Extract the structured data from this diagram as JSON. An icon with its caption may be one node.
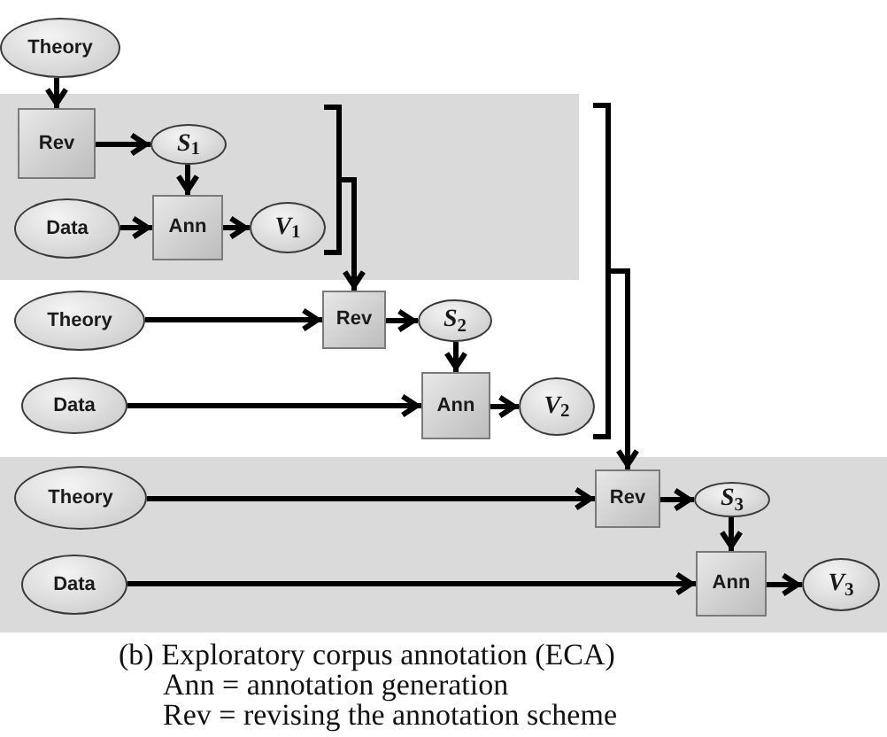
{
  "diagram": {
    "caption": "(b) Exploratory corpus annotation (ECA)",
    "nodes": [
      {
        "text": [
          "Theory"
        ]
      },
      {
        "text": [],
        "shape": "band"
      },
      {
        "text": [
          "Rev"
        ],
        "in": 1
      },
      {
        "text": [
          "*S*$_{1}$"
        ],
        "in": 1
      },
      {
        "text": [
          "Data"
        ],
        "in": 1
      },
      {
        "text": [
          "Ann"
        ],
        "in": 1
      },
      {
        "text": [
          "*V*$_{1}$"
        ],
        "in": 1
      },
      {
        "text": [],
        "shape": "bracket",
        "in": 1
      },
      {
        "text": [
          "Theory"
        ]
      },
      {
        "text": [
          "Rev"
        ]
      },
      {
        "text": [
          "*S*$_{2}$"
        ]
      },
      {
        "text": [
          "Data"
        ]
      },
      {
        "text": [
          "Ann"
        ]
      },
      {
        "text": [
          "*V*$_{2}$"
        ]
      },
      {
        "text": [],
        "shape": "bracket"
      },
      {
        "text": [],
        "shape": "band"
      },
      {
        "text": [
          "Theory"
        ],
        "in": 15
      },
      {
        "text": [
          "Rev"
        ],
        "in": 15
      },
      {
        "text": [
          "*S*$_{3}$"
        ],
        "in": 15
      },
      {
        "text": [
          "Data"
        ],
        "in": 15
      },
      {
        "text": [
          "Ann"
        ],
        "in": 15
      },
      {
        "text": [
          "*V*$_{3}$"
        ],
        "in": 15
      }
    ],
    "edges": [
      {
        "from": 0,
        "to": 2,
        "arrow": "to"
      },
      {
        "from": 2,
        "to": 3,
        "arrow": "to"
      },
      {
        "from": 3,
        "to": 5,
        "arrow": "to"
      },
      {
        "from": 4,
        "to": 5,
        "arrow": "to"
      },
      {
        "from": 5,
        "to": 6,
        "arrow": "to"
      },
      {
        "from": 7,
        "to": 9,
        "arrow": "to"
      },
      {
        "from": 8,
        "to": 9,
        "arrow": "to"
      },
      {
        "from": 9,
        "to": 10,
        "arrow": "to"
      },
      {
        "from": 10,
        "to": 12,
        "arrow": "to"
      },
      {
        "from": 11,
        "to": 12,
        "arrow": "to"
      },
      {
        "from": 12,
        "to": 13,
        "arrow": "to"
      },
      {
        "from": 14,
        "to": 17,
        "arrow": "to"
      },
      {
        "from": 16,
        "to": 17,
        "arrow": "to"
      },
      {
        "from": 17,
        "to": 18,
        "arrow": "to"
      },
      {
        "from": 18,
        "to": 20,
        "arrow": "to"
      },
      {
        "from": 19,
        "to": 20,
        "arrow": "to"
      },
      {
        "from": 20,
        "to": 21,
        "arrow": "to"
      }
    ],
    "labels": [
      "Ann = annotation generation",
      "Rev = revising the annotation scheme"
    ]
  }
}
